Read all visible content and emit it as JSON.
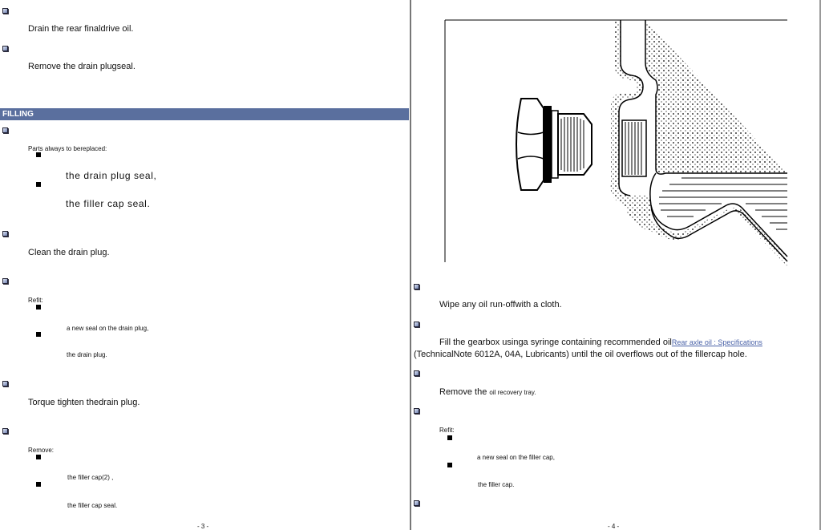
{
  "left_page": {
    "step1": "Drain the rear finaldrive oil.",
    "step2": "Remove the drain plugseal.",
    "section": "FILLING",
    "parts_intro": "Parts always to bereplaced:",
    "part1": "the drain plug seal,",
    "part2": "the filler cap seal.",
    "step3": "Clean the drain plug.",
    "refit": "Refit:",
    "refit1": "a new seal on the drain plug,",
    "refit2": "the drain plug.",
    "step4": "Torque tighten thedrain plug.",
    "remove": "Remove:",
    "remove1": "the filler cap(2) ,",
    "remove2": "the filler cap seal.",
    "page_number": "- 3 -"
  },
  "right_page": {
    "step1": "Wipe any oil run-offwith a cloth.",
    "step2_a": "Fill the gearbox usinga syringe containing recommended oil",
    "step2_link": "Rear axle oil : Specifications",
    "step2_b": "(TechnicalNote 6012A, 04A, Lubricants) until the oil overflows out of the fillercap hole.",
    "step3_a": "Remove the",
    "step3_b": "oil  recovery  tray.",
    "refit": "Refit:",
    "refit1": "a new seal on the filler cap,",
    "refit2": "the filler cap.",
    "page_number": "- 4 -"
  }
}
